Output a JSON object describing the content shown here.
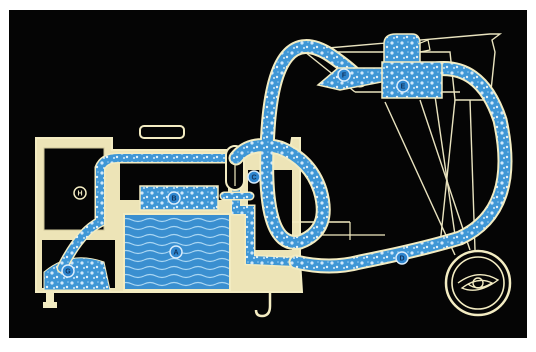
{
  "colors": {
    "background": "#ffffff",
    "panel": "#050505",
    "outline": "#f3ecc2",
    "machine_fill": "#ece3b6",
    "water": "#3f97d6",
    "water_light": "#a9d6f3",
    "label_bg": "#2f86cf",
    "label_ring": "#d8ecfb"
  },
  "labels": {
    "a": "A",
    "b": "B",
    "c": "C",
    "d": "D",
    "e": "E",
    "f": "F",
    "g": "G",
    "h": "H"
  },
  "icons": {
    "pulley": "pulley-icon",
    "hook": "hook-icon",
    "spray_nozzle": "spray-nozzle-icon"
  }
}
